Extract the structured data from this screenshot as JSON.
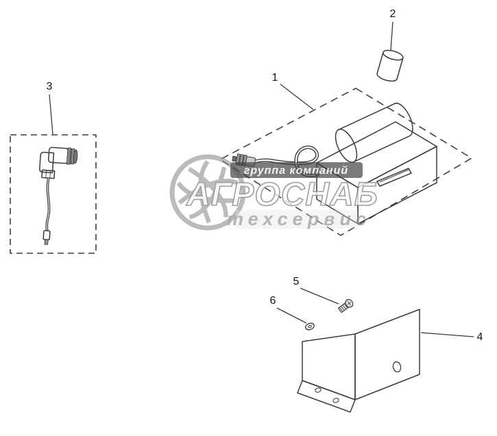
{
  "page": {
    "background": "#ffffff"
  },
  "callouts": [
    {
      "label": "1",
      "part": "monitor-unit-with-cable"
    },
    {
      "label": "2",
      "part": "roller-pin"
    },
    {
      "label": "3",
      "part": "sensor-with-lead"
    },
    {
      "label": "4",
      "part": "mounting-bracket"
    },
    {
      "label": "5",
      "part": "screw"
    },
    {
      "label": "6",
      "part": "washer"
    }
  ],
  "watermark": {
    "group_line": "группа компаний",
    "brand": "АГРОСНАБ",
    "service_line": "техсервис",
    "color": "#9a9a9a"
  },
  "colors": {
    "line": "#3a3a3a",
    "fill_light": "#f5f5f5",
    "fill_mid": "#e6e6e6"
  }
}
